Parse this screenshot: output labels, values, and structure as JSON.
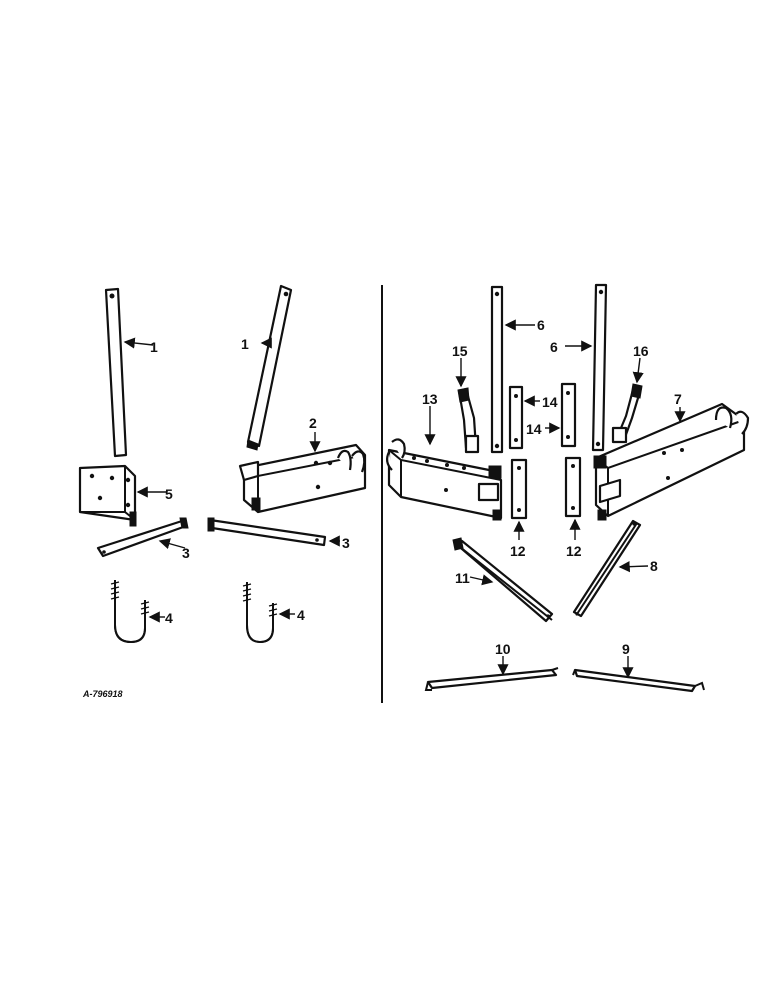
{
  "figure": {
    "reference": "A-796918",
    "callouts": {
      "left_1a": "1",
      "left_1b": "1",
      "left_2": "2",
      "left_3a": "3",
      "left_3b": "3",
      "left_4a": "4",
      "left_4b": "4",
      "left_5": "5",
      "right_6a": "6",
      "right_6b": "6",
      "right_7": "7",
      "right_8": "8",
      "right_9": "9",
      "right_10": "10",
      "right_11": "11",
      "right_12a": "12",
      "right_12b": "12",
      "right_13": "13",
      "right_14a": "14",
      "right_14b": "14",
      "right_15": "15",
      "right_16": "16"
    }
  }
}
